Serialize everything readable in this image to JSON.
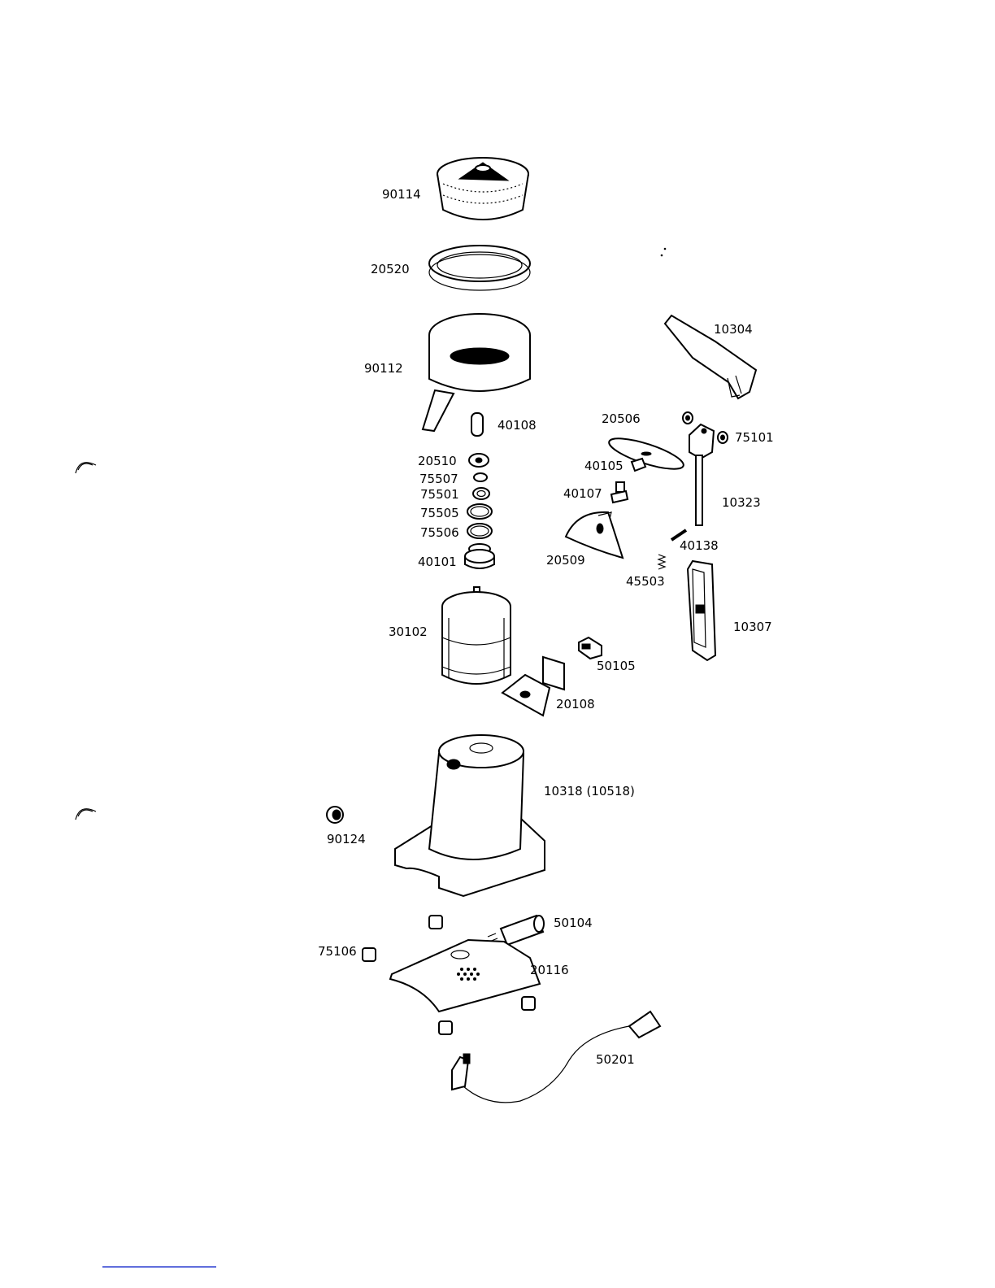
{
  "labels": {
    "p90114": "90114",
    "p20520": "20520",
    "p90112": "90112",
    "p10304": "10304",
    "p40108": "40108",
    "p20506": "20506",
    "p75101": "75101",
    "p20510": "20510",
    "p75507": "75507",
    "p75501": "75501",
    "p75505": "75505",
    "p75506": "75506",
    "p40101": "40101",
    "p40105": "40105",
    "p40107": "40107",
    "p10323": "10323",
    "p20509": "20509",
    "p40138": "40138",
    "p45503": "45503",
    "p10307": "10307",
    "p30102": "30102",
    "p50105": "50105",
    "p20108": "20108",
    "p10318": "10318 (10518)",
    "p90124": "90124",
    "p50104": "50104",
    "p75106": "75106",
    "p20116": "20116",
    "p50201": "50201"
  },
  "colors": {
    "line": "#000000",
    "background": "#ffffff",
    "underline": "#2b3fd0"
  }
}
